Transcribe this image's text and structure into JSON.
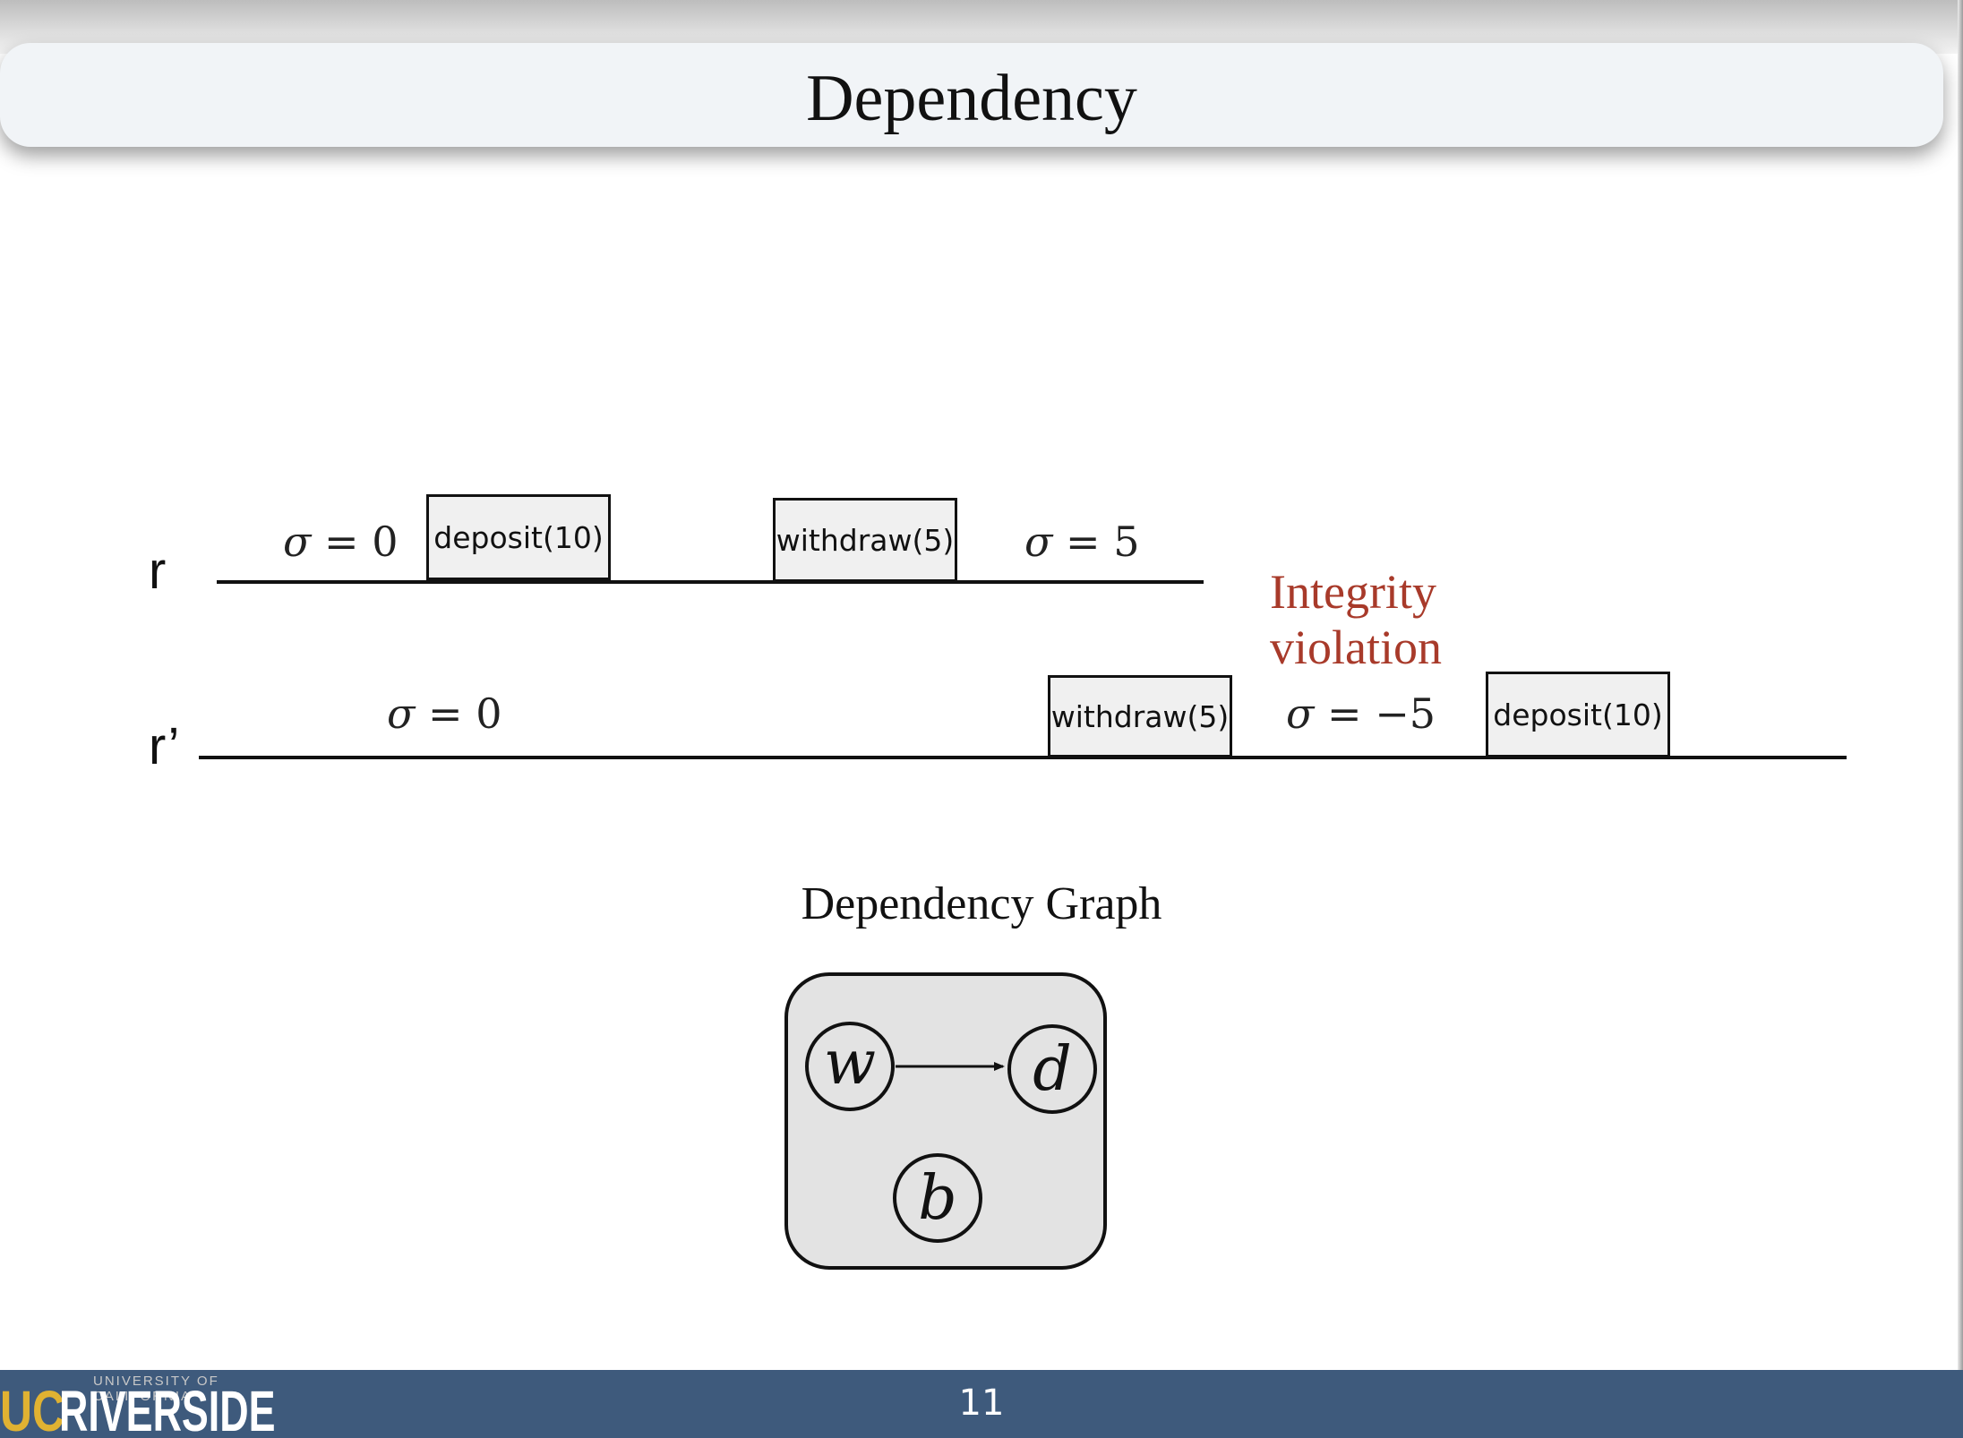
{
  "slide": {
    "title": "Dependency",
    "page_number": "11"
  },
  "timelines": {
    "r": {
      "label": "r",
      "state_start": {
        "symbol": "σ",
        "rest": " = 0"
      },
      "op1": "deposit(10)",
      "op2": "withdraw(5)",
      "state_end": {
        "symbol": "σ",
        "rest": " = 5"
      }
    },
    "r_prime": {
      "label": "r’",
      "state_start": {
        "symbol": "σ",
        "rest": " = 0"
      },
      "op1": "withdraw(5)",
      "state_mid": {
        "symbol": "σ",
        "rest": " = −5"
      },
      "op2": "deposit(10)"
    }
  },
  "violation": {
    "line1": "Integrity",
    "line2": "violation",
    "color": "#a83a2a"
  },
  "graph": {
    "title": "Dependency Graph",
    "nodes": {
      "w": "w",
      "d": "d",
      "b": "b"
    }
  },
  "footer": {
    "logo_small": "UNIVERSITY OF CALIFORNIA",
    "logo_uc": "UC",
    "logo_main": "RIVERSIDE",
    "background": "#3e5a7c"
  }
}
